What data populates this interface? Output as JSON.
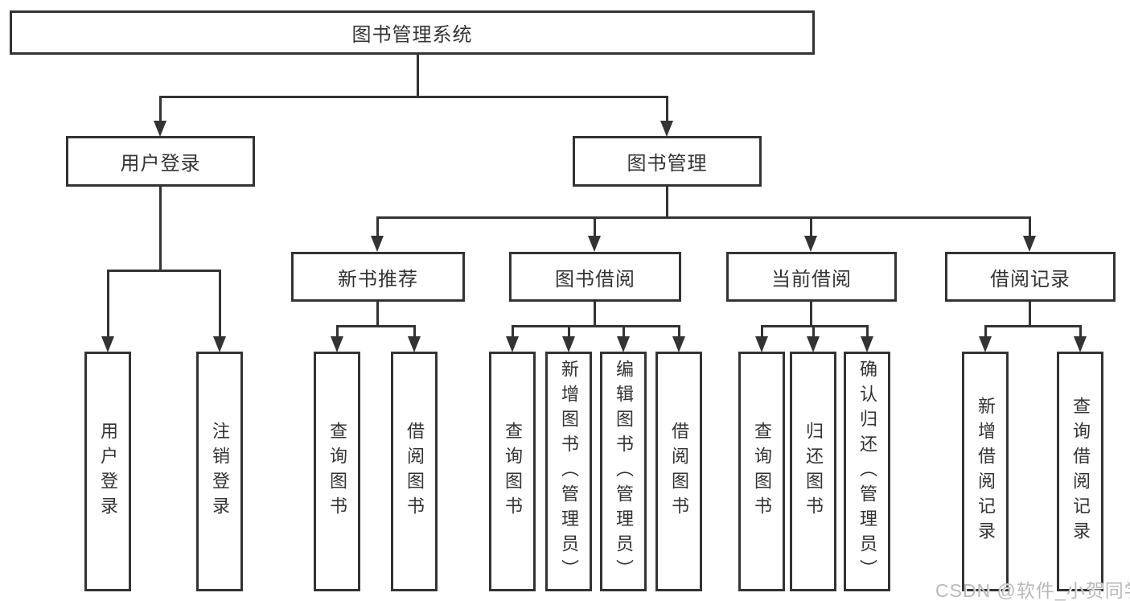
{
  "root": {
    "label": "图书管理系统"
  },
  "branches": [
    {
      "label": "用户登录",
      "children": [
        {
          "label": "用户登录"
        },
        {
          "label": "注销登录"
        }
      ]
    },
    {
      "label": "图书管理",
      "children": [
        {
          "label": "新书推荐",
          "children": [
            {
              "label": "查询图书"
            },
            {
              "label": "借阅图书"
            }
          ]
        },
        {
          "label": "图书借阅",
          "children": [
            {
              "label": "查询图书"
            },
            {
              "label": "新增图书（管理员）"
            },
            {
              "label": "编辑图书（管理员）"
            },
            {
              "label": "借阅图书"
            }
          ]
        },
        {
          "label": "当前借阅",
          "children": [
            {
              "label": "查询图书"
            },
            {
              "label": "归还图书"
            },
            {
              "label": "确认归还（管理员）"
            }
          ]
        },
        {
          "label": "借阅记录",
          "children": [
            {
              "label": "新增借阅记录"
            },
            {
              "label": "查询借阅记录"
            }
          ]
        }
      ]
    }
  ],
  "watermark": {
    "text": "CSDN @软件_小贺同学"
  },
  "colors": {
    "line": "#333333",
    "text": "#333333",
    "background": "#ffffff",
    "watermark": "#b7babd"
  }
}
